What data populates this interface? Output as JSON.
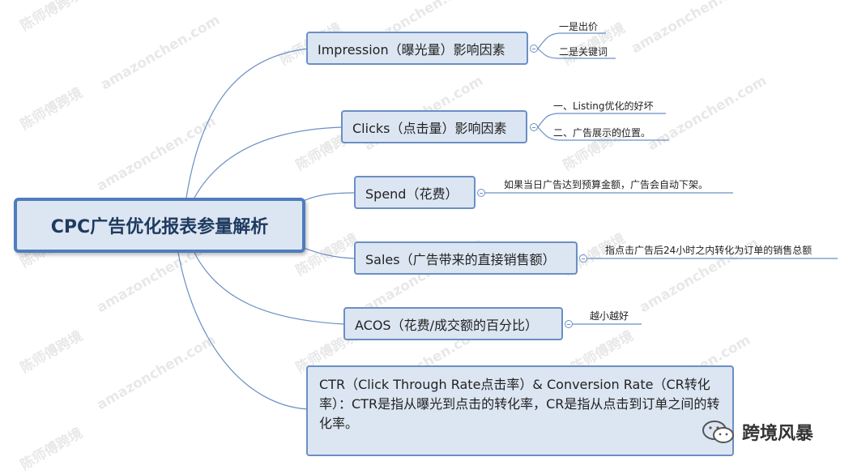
{
  "root": {
    "title": "CPC广告优化报表参量解析"
  },
  "branches": [
    {
      "label": "Impression（曝光量）影响因素",
      "leaves": [
        "一是出价",
        "二是关键词"
      ]
    },
    {
      "label": "Clicks（点击量）影响因素",
      "leaves": [
        "一、Listing优化的好坏",
        "二、广告展示的位置。"
      ]
    },
    {
      "label": "Spend（花费）",
      "leaves": [
        "如果当日广告达到预算金额，广告会自动下架。"
      ]
    },
    {
      "label": "Sales（广告带来的直接销售额）",
      "leaves": [
        "指点击广告后24小时之内转化为订单的销售总额"
      ]
    },
    {
      "label": "ACOS（花费/成交额的百分比）",
      "leaves": [
        "越小越好"
      ]
    },
    {
      "label": "CTR（Click Through Rate点击率）& Conversion Rate（CR转化率）：CTR是指从曝光到点击的转化率，CR是指从点击到订单之间的转化率。",
      "leaves": []
    }
  ],
  "brand": {
    "name": "跨境风暴",
    "icon": "wechat-icon"
  },
  "watermarks": [
    "陈师傅跨境",
    "amazonchen.com"
  ],
  "colors": {
    "node_fill": "#dce6f2",
    "node_border": "#6b8fc4",
    "root_border": "#4f7dbd",
    "line": "#6b8fc4"
  }
}
